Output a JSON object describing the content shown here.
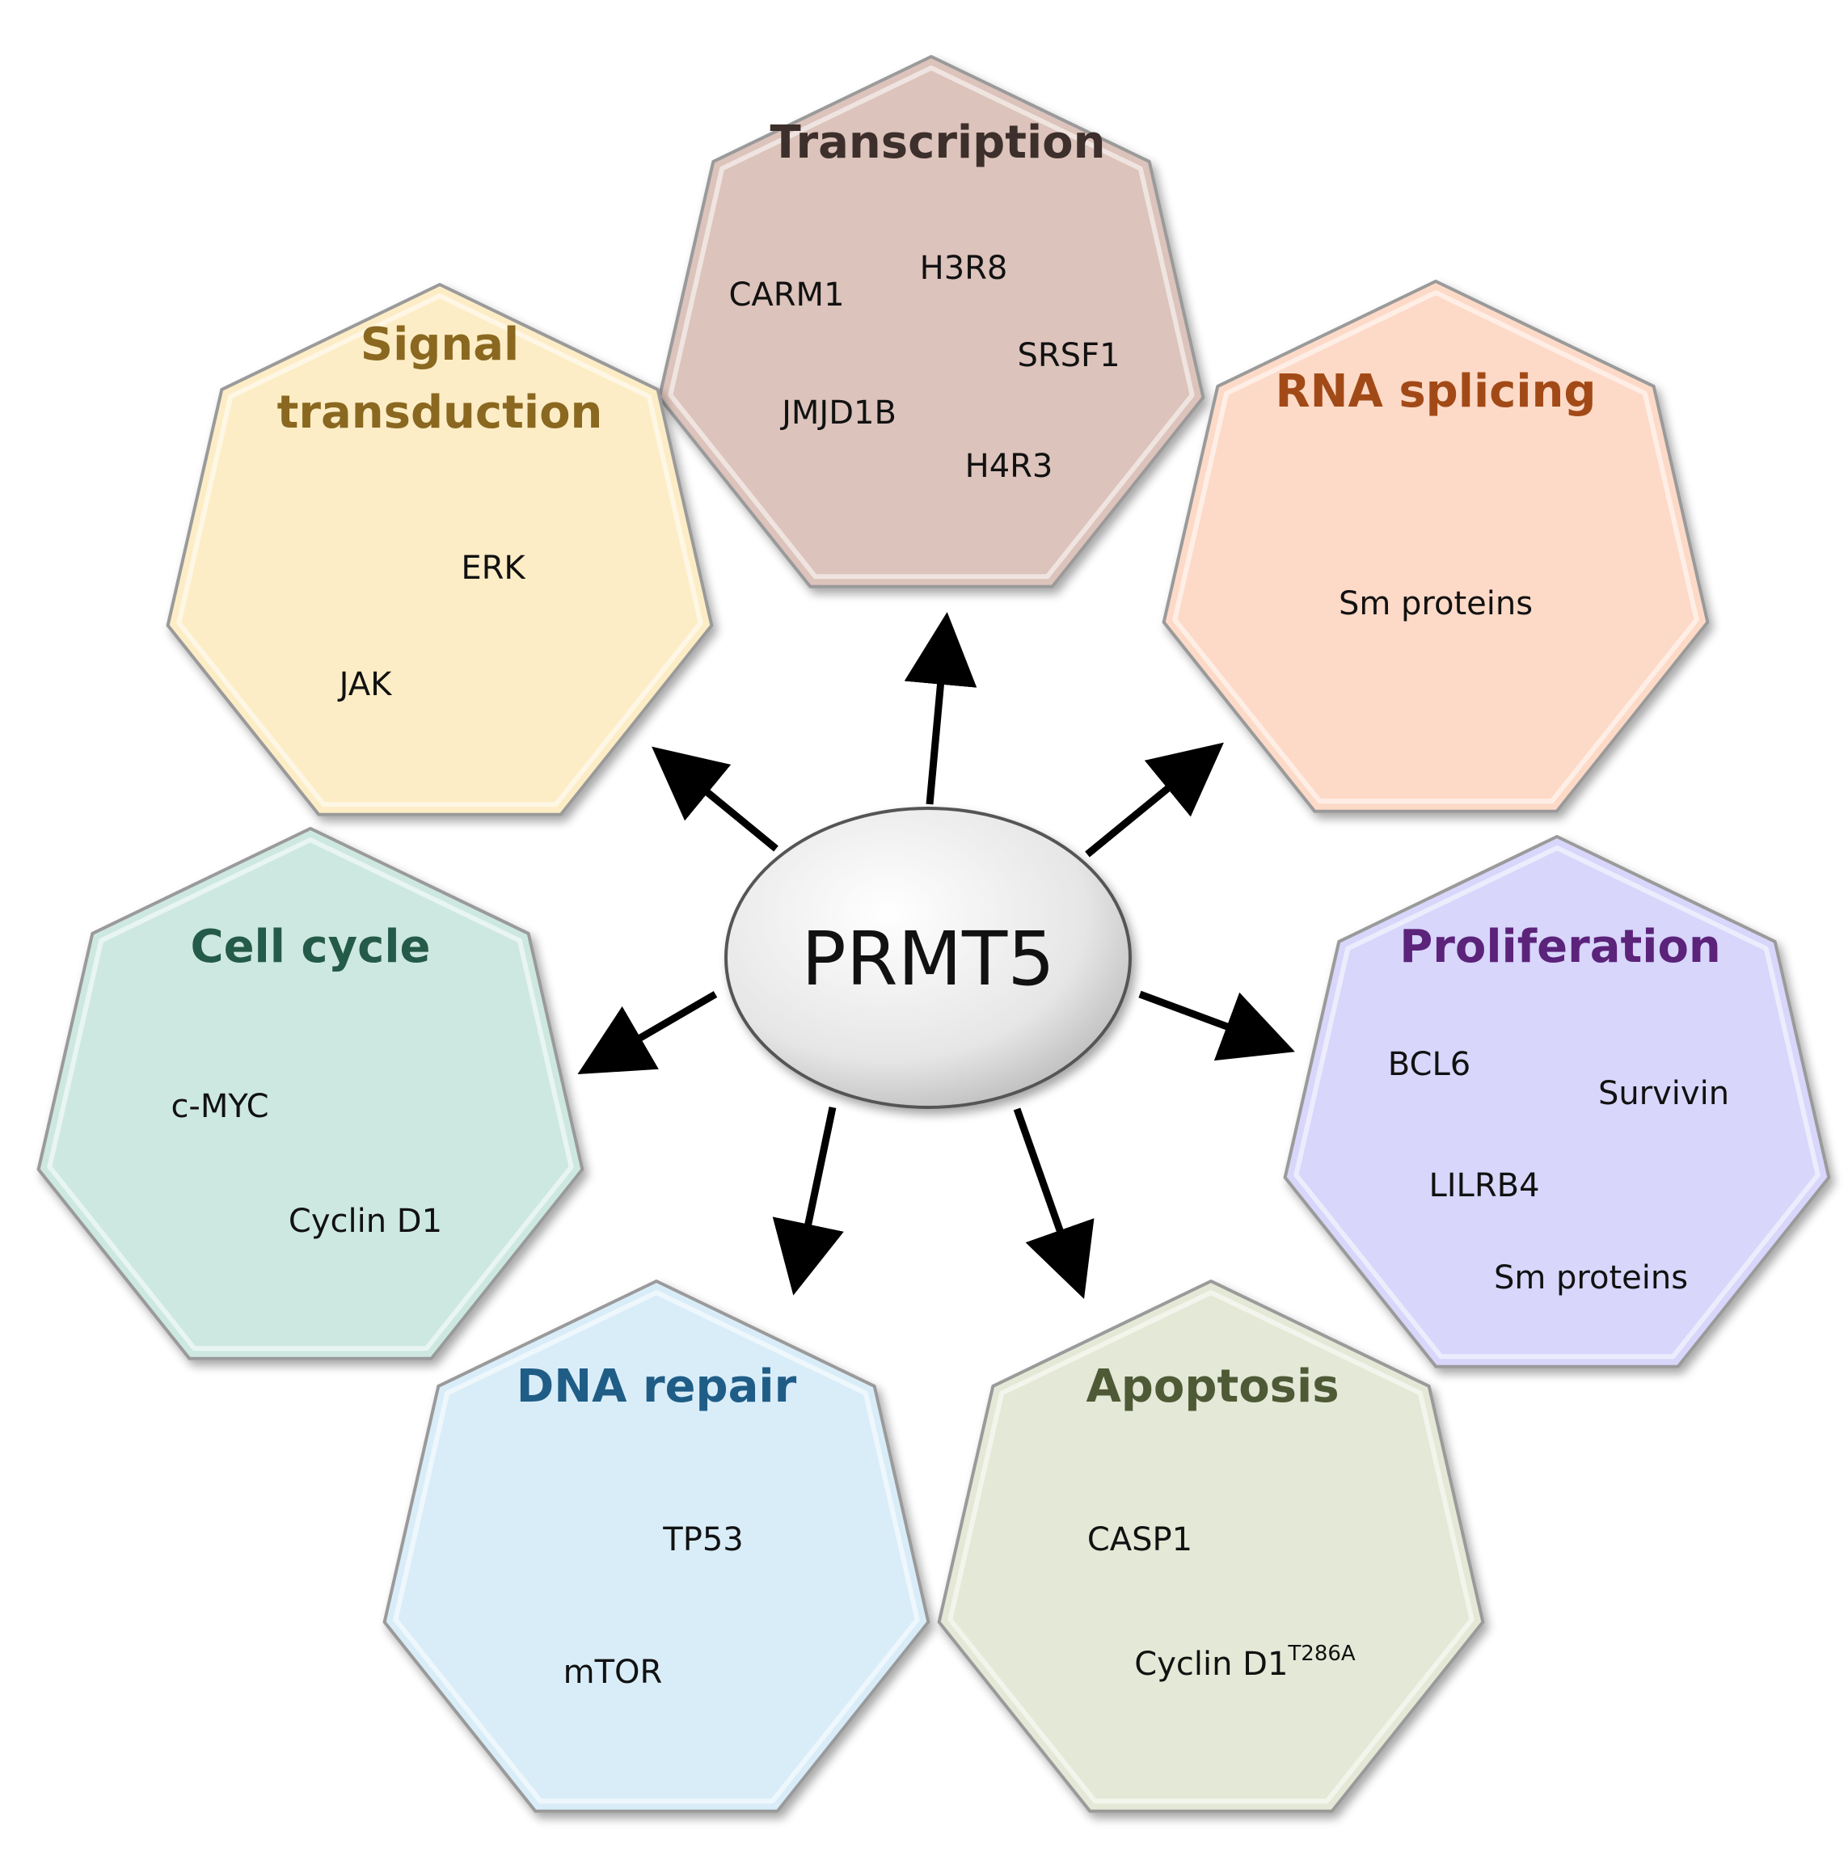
{
  "hub": {
    "label": "PRMT5"
  },
  "modules": [
    {
      "id": "transcription",
      "title_lines": [
        "Transcription"
      ],
      "title_color": "#3d2f2b",
      "fill": "#dcc3bb",
      "proteins": [
        {
          "label": "H3R8"
        },
        {
          "label": "CARM1"
        },
        {
          "label": "SRSF1"
        },
        {
          "label": "JMJD1B"
        },
        {
          "label": "H4R3"
        }
      ]
    },
    {
      "id": "signal-transduction",
      "title_lines": [
        "Signal",
        "transduction"
      ],
      "title_color": "#8a6820",
      "fill": "#fdedc6",
      "proteins": [
        {
          "label": "ERK"
        },
        {
          "label": "JAK"
        }
      ]
    },
    {
      "id": "rna-splicing",
      "title_lines": [
        "RNA splicing"
      ],
      "title_color": "#a24a17",
      "fill": "#fddac7",
      "proteins": [
        {
          "label": "Sm proteins"
        }
      ]
    },
    {
      "id": "cell-cycle",
      "title_lines": [
        "Cell cycle"
      ],
      "title_color": "#245a48",
      "fill": "#cde8e1",
      "proteins": [
        {
          "label": "c-MYC"
        },
        {
          "label": "Cyclin D1"
        }
      ]
    },
    {
      "id": "proliferation",
      "title_lines": [
        "Proliferation"
      ],
      "title_color": "#5b237a",
      "fill": "#d8d6fb",
      "proteins": [
        {
          "label": "BCL6"
        },
        {
          "label": "Survivin"
        },
        {
          "label": "LILRB4"
        },
        {
          "label": "Sm proteins"
        }
      ]
    },
    {
      "id": "dna-repair",
      "title_lines": [
        "DNA repair"
      ],
      "title_color": "#1f5d86",
      "fill": "#d9edf9",
      "proteins": [
        {
          "label": "TP53"
        },
        {
          "label": "mTOR"
        }
      ]
    },
    {
      "id": "apoptosis",
      "title_lines": [
        "Apoptosis"
      ],
      "title_color": "#4e5a36",
      "fill": "#e4e8d6",
      "proteins": [
        {
          "label": "CASP1"
        },
        {
          "label": "Cyclin D1",
          "sup": "T286A"
        }
      ]
    }
  ]
}
